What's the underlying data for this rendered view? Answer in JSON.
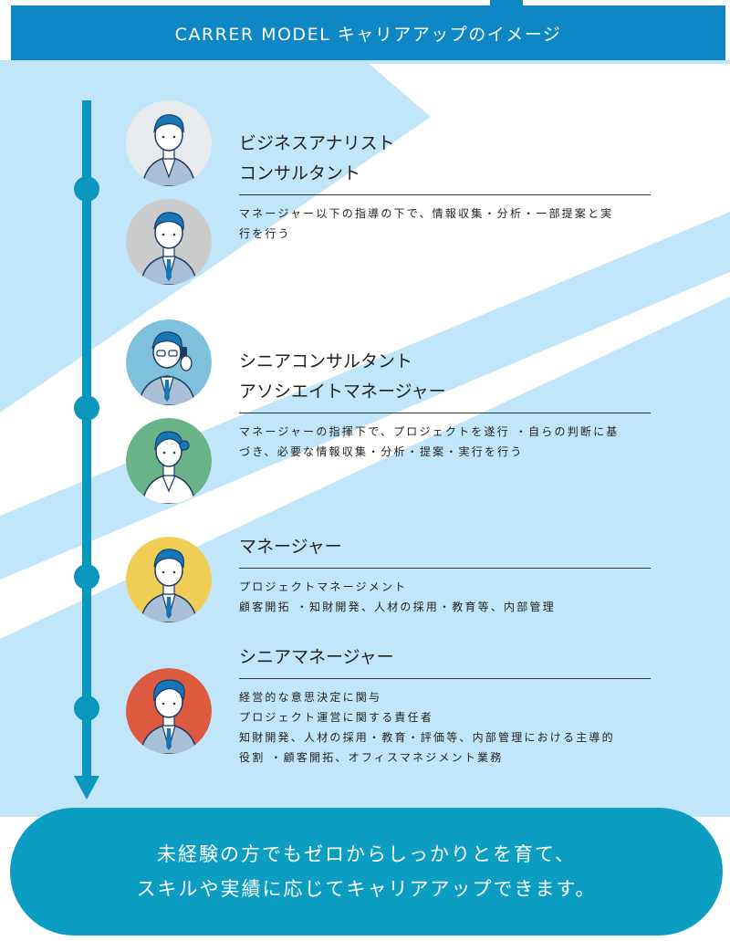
{
  "header": {
    "title": "CARRER MODEL キャリアアップのイメージ"
  },
  "roles": [
    {
      "title_lines": [
        "ビジネスアナリスト",
        "コンサルタント"
      ],
      "desc_lines": [
        "マネージャー以下の指導の下で、情報収集・分析・一部提案と実",
        "行を行う"
      ]
    },
    {
      "title_lines": [
        "シニアコンサルタント",
        "アソシエイトマネージャー"
      ],
      "desc_lines": [
        "マネージャーの指揮下で、プロジェクトを遂行 ・自らの判断に基",
        "づき、必要な情報収集・分析・提案・実行を行う"
      ]
    },
    {
      "title_lines": [
        "マネージャー"
      ],
      "desc_lines": [
        "プロジェクトマネージメント",
        "顧客開拓 ・知財開発、人材の採用・教育等、内部管理"
      ]
    },
    {
      "title_lines": [
        "シニアマネージャー"
      ],
      "desc_lines": [
        "経営的な意思決定に関与",
        "プロジェクト運営に関する責任者",
        "知財開発、人材の採用・教育・評価等、内部管理における主導的",
        "役割 ・顧客開拓、オフィスマネジメント業務"
      ]
    }
  ],
  "avatars": [
    {
      "name": "businessman-avatar",
      "bg": "#e8ebee"
    },
    {
      "name": "businessman-tie-avatar",
      "bg": "#c9cbcd"
    },
    {
      "name": "businessman-phone-avatar",
      "bg": "#7fc1dd"
    },
    {
      "name": "businesswoman-avatar",
      "bg": "#6ab389"
    },
    {
      "name": "manager-avatar",
      "bg": "#f0cd55"
    },
    {
      "name": "senior-manager-avatar",
      "bg": "#dc5a3f"
    }
  ],
  "banner": {
    "lines": [
      "未経験の方でもゼロからしっかりとを育て、",
      "スキルや実績に応じてキャリアアップできます。"
    ]
  },
  "colors": {
    "header": "#0e87c4",
    "timeline": "#0a96bd",
    "banner": "#0b9dc2",
    "light_blue": "#c2e6f9"
  }
}
